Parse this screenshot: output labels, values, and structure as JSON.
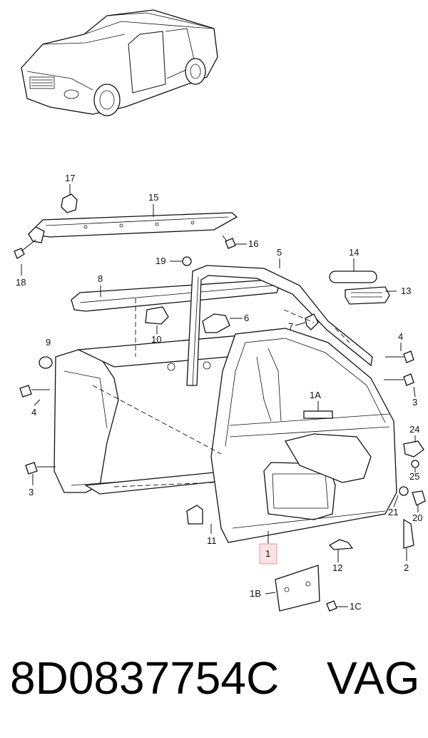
{
  "diagram": {
    "callouts": [
      "17",
      "15",
      "16",
      "18",
      "19",
      "5",
      "14",
      "13",
      "8",
      "6",
      "10",
      "7",
      "4",
      "9",
      "4",
      "3",
      "4",
      "3",
      "1A",
      "24",
      "25",
      "21",
      "20",
      "11",
      "1",
      "12",
      "2",
      "1B",
      "1C"
    ]
  },
  "footer": {
    "part_number": "8D0837754C",
    "brand": "VAG"
  },
  "colors": {
    "highlight": "#fbe1e1",
    "ink": "#111111"
  }
}
